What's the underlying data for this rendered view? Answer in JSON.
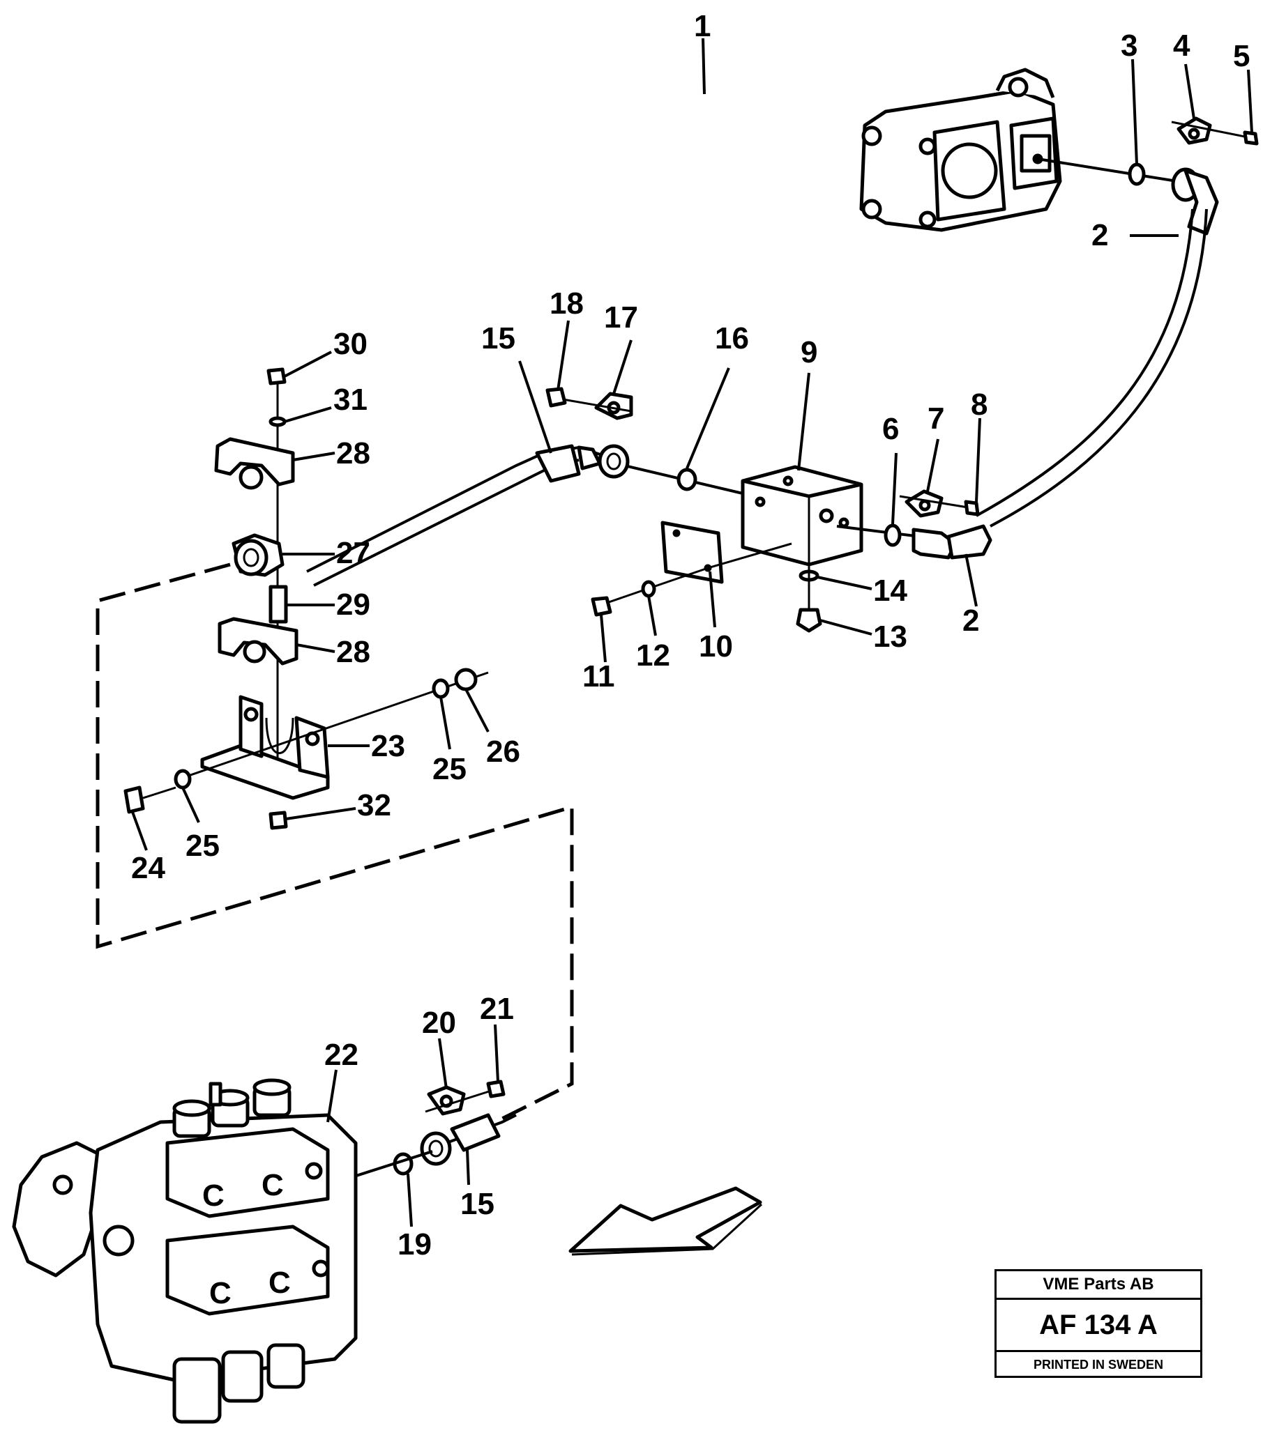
{
  "diagram": {
    "callouts": [
      {
        "id": "c1",
        "text": "1"
      },
      {
        "id": "c2a",
        "text": "2"
      },
      {
        "id": "c2b",
        "text": "2"
      },
      {
        "id": "c3",
        "text": "3"
      },
      {
        "id": "c4",
        "text": "4"
      },
      {
        "id": "c5",
        "text": "5"
      },
      {
        "id": "c6",
        "text": "6"
      },
      {
        "id": "c7",
        "text": "7"
      },
      {
        "id": "c8",
        "text": "8"
      },
      {
        "id": "c9",
        "text": "9"
      },
      {
        "id": "c10",
        "text": "10"
      },
      {
        "id": "c11",
        "text": "11"
      },
      {
        "id": "c12",
        "text": "12"
      },
      {
        "id": "c13",
        "text": "13"
      },
      {
        "id": "c14",
        "text": "14"
      },
      {
        "id": "c15a",
        "text": "15"
      },
      {
        "id": "c15b",
        "text": "15"
      },
      {
        "id": "c16",
        "text": "16"
      },
      {
        "id": "c17",
        "text": "17"
      },
      {
        "id": "c18",
        "text": "18"
      },
      {
        "id": "c19",
        "text": "19"
      },
      {
        "id": "c20",
        "text": "20"
      },
      {
        "id": "c21",
        "text": "21"
      },
      {
        "id": "c22",
        "text": "22"
      },
      {
        "id": "c23",
        "text": "23"
      },
      {
        "id": "c24",
        "text": "24"
      },
      {
        "id": "c25a",
        "text": "25"
      },
      {
        "id": "c25b",
        "text": "25"
      },
      {
        "id": "c26",
        "text": "26"
      },
      {
        "id": "c27",
        "text": "27"
      },
      {
        "id": "c28a",
        "text": "28"
      },
      {
        "id": "c28b",
        "text": "28"
      },
      {
        "id": "c29",
        "text": "29"
      },
      {
        "id": "c30",
        "text": "30"
      },
      {
        "id": "c31",
        "text": "31"
      },
      {
        "id": "c32",
        "text": "32"
      }
    ]
  },
  "title_block": {
    "company": "VME Parts AB",
    "drawing_number": "AF 134 A",
    "printed": "PRINTED IN SWEDEN"
  }
}
